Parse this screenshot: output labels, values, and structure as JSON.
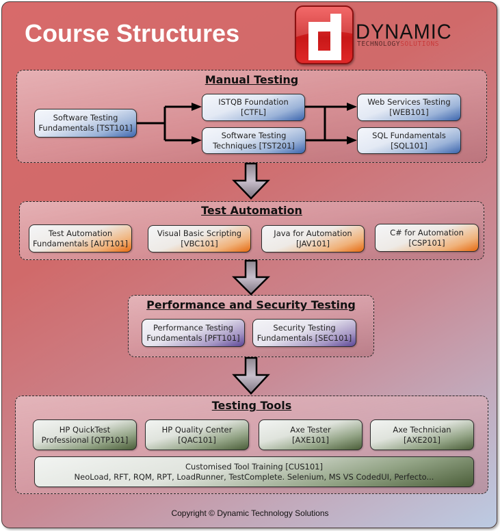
{
  "header": {
    "title": "Course Structures",
    "brand": {
      "name": "DYNAMIC",
      "tagline_part1": "TECHNOLOGY",
      "tagline_part2": "SOLUTIONS",
      "logo_icon": "d-logo-icon"
    }
  },
  "colors": {
    "manual_testing": "#3b65ad",
    "test_automation": "#e66a10",
    "performance_security": "#5b4696",
    "testing_tools": "#4b5e39",
    "brand_red": "#d02020"
  },
  "sections": {
    "manual": {
      "title": "Manual Testing",
      "courses": [
        {
          "line1": "Software Testing",
          "line2": "Fundamentals [TST101]"
        },
        {
          "line1": "ISTQB Foundation",
          "line2": "[CTFL]"
        },
        {
          "line1": "Software Testing",
          "line2": "Techniques [TST201]"
        },
        {
          "line1": "Web Services Testing",
          "line2": "[WEB101]"
        },
        {
          "line1": "SQL Fundamentals",
          "line2": "[SQL101]"
        }
      ]
    },
    "automation": {
      "title": "Test Automation",
      "courses": [
        {
          "line1": "Test Automation",
          "line2": "Fundamentals [AUT101]"
        },
        {
          "line1": "Visual Basic Scripting",
          "line2": "[VBC101]"
        },
        {
          "line1": "Java for Automation",
          "line2": "[JAV101]"
        },
        {
          "line1": "C# for Automation",
          "line2": "[CSP101]"
        }
      ]
    },
    "perfsec": {
      "title": "Performance and Security Testing",
      "courses": [
        {
          "line1": "Performance Testing",
          "line2": "Fundamentals [PFT101]"
        },
        {
          "line1": "Security Testing",
          "line2": "Fundamentals [SEC101]"
        }
      ]
    },
    "tools": {
      "title": "Testing Tools",
      "courses": [
        {
          "line1": "HP QuickTest",
          "line2": "Professional [QTP101]"
        },
        {
          "line1": "HP Quality Center",
          "line2": "[QAC101]"
        },
        {
          "line1": "Axe Tester",
          "line2": "[AXE101]"
        },
        {
          "line1": "Axe Technician",
          "line2": "[AXE201]"
        },
        {
          "line1": "Customised Tool Training [CUS101]",
          "line2": "NeoLoad, RFT, RQM, RPT, LoadRunner, TestComplete. Selenium, MS VS CodedUI, Perfecto..."
        }
      ]
    }
  },
  "footer": {
    "copyright": "Copyright © Dynamic Technology Solutions"
  }
}
